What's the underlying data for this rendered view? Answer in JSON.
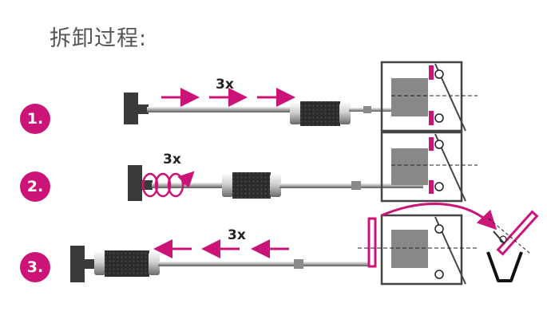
{
  "title": "拆卸过程:",
  "steps": [
    {
      "number": "1.",
      "repeat": "3x"
    },
    {
      "number": "2.",
      "repeat": "3x"
    },
    {
      "number": "3.",
      "repeat": "3x"
    }
  ],
  "colors": {
    "accent": "#cc1478",
    "frame": "#444444",
    "housing": "#888888",
    "handle": "#3a3a3a"
  },
  "icons": [
    "slide-hammer",
    "bearing-housing",
    "arrow-right",
    "rotation-spiral",
    "arrow-left",
    "bin"
  ]
}
